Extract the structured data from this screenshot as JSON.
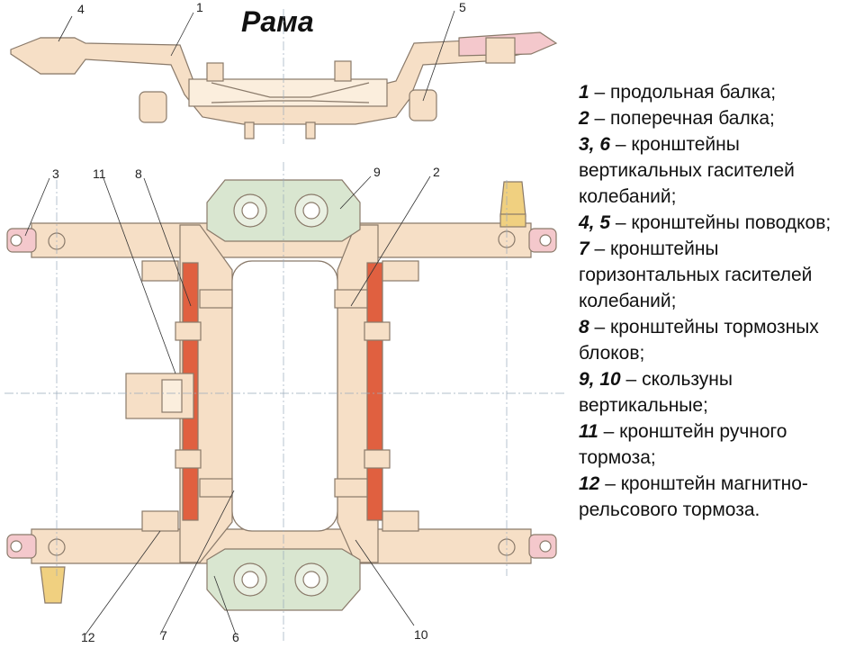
{
  "title": "Рама",
  "callouts": {
    "top": [
      {
        "id": "c4",
        "text": "4"
      },
      {
        "id": "c1",
        "text": "1"
      },
      {
        "id": "c5",
        "text": "5"
      }
    ],
    "plan_top": [
      {
        "id": "c3",
        "text": "3"
      },
      {
        "id": "c11",
        "text": "11"
      },
      {
        "id": "c8",
        "text": "8"
      },
      {
        "id": "c9",
        "text": "9"
      },
      {
        "id": "c2",
        "text": "2"
      }
    ],
    "plan_bottom": [
      {
        "id": "c12",
        "text": "12"
      },
      {
        "id": "c7",
        "text": "7"
      },
      {
        "id": "c6",
        "text": "6"
      },
      {
        "id": "c10",
        "text": "10"
      }
    ]
  },
  "legend": [
    {
      "num": "1",
      "text": " – продольная балка;"
    },
    {
      "num": "2",
      "text": " – поперечная балка;"
    },
    {
      "num": "3, 6",
      "text": " – кронштейны вертикальных гасителей колебаний;"
    },
    {
      "num": "4, 5",
      "text": " – кронштейны поводков;"
    },
    {
      "num": "7",
      "text": " – кронштейны горизонтальных гасителей колебаний;"
    },
    {
      "num": "8",
      "text": " – кронштейны тормозных блоков;"
    },
    {
      "num": "9, 10",
      "text": " – скользуны вертикальные;"
    },
    {
      "num": "11",
      "text": " – кронштейн ручного тормоза;"
    },
    {
      "num": "12",
      "text": " – кронштейн магнитно-рельсового тормоза."
    }
  ],
  "colors": {
    "frame_fill": "#f6dfc6",
    "frame_stroke": "#8a7a6a",
    "brake_red": "#e06040",
    "console_yellow": "#f0d080",
    "pad_pink": "#f4c8cc",
    "slider_green": "#d9e6d0"
  }
}
